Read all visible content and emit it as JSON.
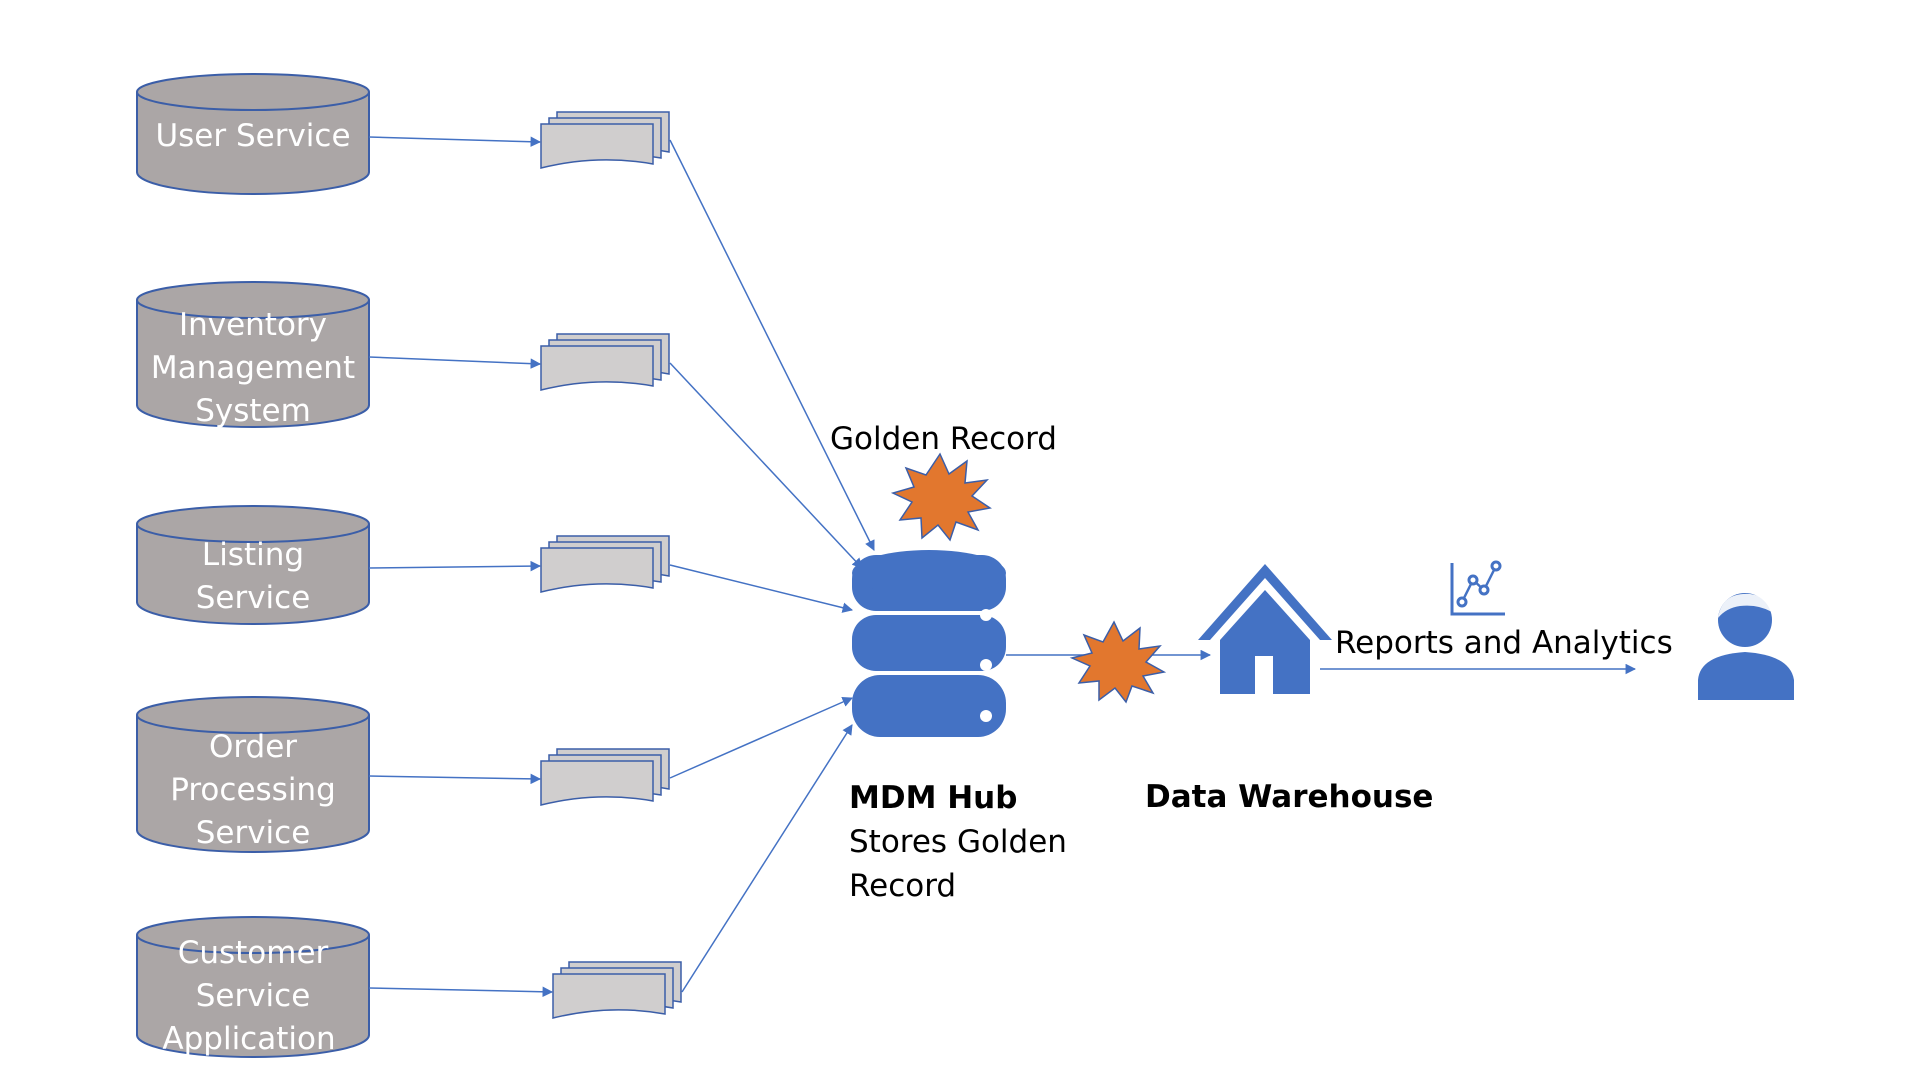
{
  "sources": [
    {
      "id": "user-service",
      "lines": [
        "User Service"
      ]
    },
    {
      "id": "inventory-management-system",
      "lines": [
        "Inventory",
        "Management",
        "System"
      ]
    },
    {
      "id": "listing-service",
      "lines": [
        "Listing",
        "Service"
      ]
    },
    {
      "id": "order-processing-service",
      "lines": [
        "Order",
        "Processing",
        "Service"
      ]
    },
    {
      "id": "customer-service-application",
      "lines": [
        "Customer",
        "Service",
        "Application"
      ]
    }
  ],
  "golden_record_label": "Golden Record",
  "mdm_hub": {
    "title": "MDM Hub",
    "description_line1": "Stores Golden",
    "description_line2": "Record"
  },
  "data_warehouse_label": "Data Warehouse",
  "reports_label": "Reports and Analytics",
  "icons": {
    "database": "database-server-icon",
    "warehouse": "house-icon",
    "chart": "line-chart-icon",
    "user": "user-icon",
    "burst": "starburst-icon",
    "documents": "document-stack-icon"
  },
  "colors": {
    "cylinder_fill": "#aba6a6",
    "cylinder_stroke": "#3b5ea8",
    "document_fill": "#d0cece",
    "accent_blue": "#4472c4",
    "arrow": "#4472c4",
    "burst_fill": "#e2772e"
  }
}
